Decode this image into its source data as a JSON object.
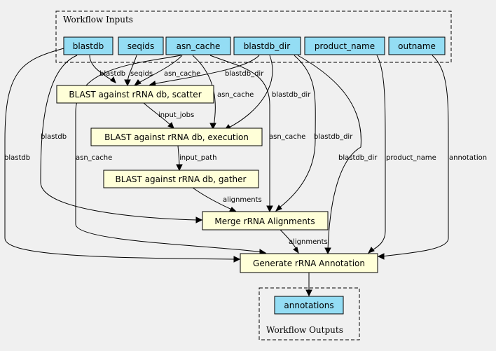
{
  "colors": {
    "background": "#f0f0f0",
    "io_fill": "#94ddf4",
    "step_fill": "#ffffd8",
    "stroke": "#000000"
  },
  "clusters": {
    "inputs": {
      "label": "Workflow Inputs"
    },
    "outputs": {
      "label": "Workflow Outputs"
    }
  },
  "nodes": {
    "blastdb": "blastdb",
    "seqids": "seqids",
    "asn_cache": "asn_cache",
    "blastdb_dir": "blastdb_dir",
    "product_name": "product_name",
    "outname": "outname",
    "scatter": "BLAST against rRNA db, scatter",
    "execution": "BLAST against rRNA db, execution",
    "gather": "BLAST against rRNA db, gather",
    "merge": "Merge rRNA Alignments",
    "generate": "Generate rRNA Annotation",
    "annotations": "annotations"
  },
  "edge_labels": {
    "blastdb_scatter": "blastdb",
    "seqids_scatter": "seqids",
    "asn_scatter": "asn_cache",
    "dir_scatter": "blastdb_dir",
    "asn_exec": "asn_cache",
    "dir_exec": "blastdb_dir",
    "scatter_exec": "input_jobs",
    "exec_gather": "input_path",
    "gather_merge": "alignments",
    "blastdb_merge": "blastdb",
    "asn_merge": "asn_cache",
    "dir_merge": "blastdb_dir",
    "blastdb_generate": "blastdb",
    "asn_generate": "asn_cache",
    "dir_generate": "blastdb_dir",
    "product_generate": "product_name",
    "outname_generate": "annotation",
    "merge_generate": "alignments"
  }
}
